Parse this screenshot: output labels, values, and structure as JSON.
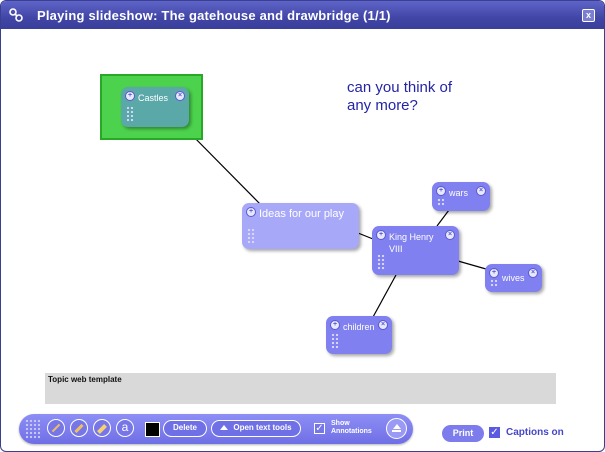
{
  "window": {
    "title": "Playing slideshow: The gatehouse and drawbridge   (1/1)",
    "close_label": "x"
  },
  "topic_web": {
    "nodes": {
      "castles": "Castles",
      "ideas": "Ideas for our play",
      "henry": "King Henry\nVIII",
      "wars": "wars",
      "wives": "wives",
      "children": "children"
    },
    "annotation": "can you think of\nany more?",
    "selection_color": "#4cd24c",
    "node_color": "#8080f0",
    "selected_node_color": "#5aa8a8"
  },
  "caption": {
    "text": "Topic web template"
  },
  "toolbar": {
    "text_tool_glyph": "a",
    "delete_label": "Delete",
    "open_text_tools_label": "Open text tools",
    "show_annotations_line1": "Show",
    "show_annotations_line2": "Annotations",
    "show_annotations_checked": "✓",
    "pen_color": "#000000"
  },
  "footer": {
    "print_label": "Print",
    "captions_label": "Captions on",
    "captions_checked": "✓"
  },
  "colors": {
    "titlebar": "#4146a6",
    "toolbar": "#7c7cec",
    "annotation_text": "#2424a8"
  }
}
